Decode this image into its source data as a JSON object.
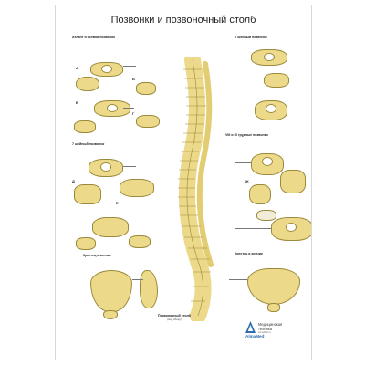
{
  "poster": {
    "title": "Позвонки и позвоночный столб",
    "sections": {
      "atlas_axis": "Атлант и осевой позвонок",
      "cervical_c5": "V шейный позвонок",
      "cervical_c7": "7 шейный позвонок",
      "thoracic": "VIII и IX грудные позвонки",
      "sacrum_coccyx": "Крестец и копчик",
      "lumbar": "Крестец и копчик"
    },
    "bottom_caption": {
      "title": "Позвоночный столб",
      "subtitle": "(вид сбоку)"
    },
    "letters": [
      "А",
      "Б",
      "В",
      "Г",
      "Д",
      "Е",
      "Ж"
    ],
    "logo": {
      "brand": "AlmaMed",
      "line1": "Медицинская",
      "line2": "техника",
      "line3": "AlmaMed.ru"
    },
    "colors": {
      "bone": "#ecd98a",
      "outline": "#9c8a3c",
      "accent": "#2f6fb0"
    }
  }
}
